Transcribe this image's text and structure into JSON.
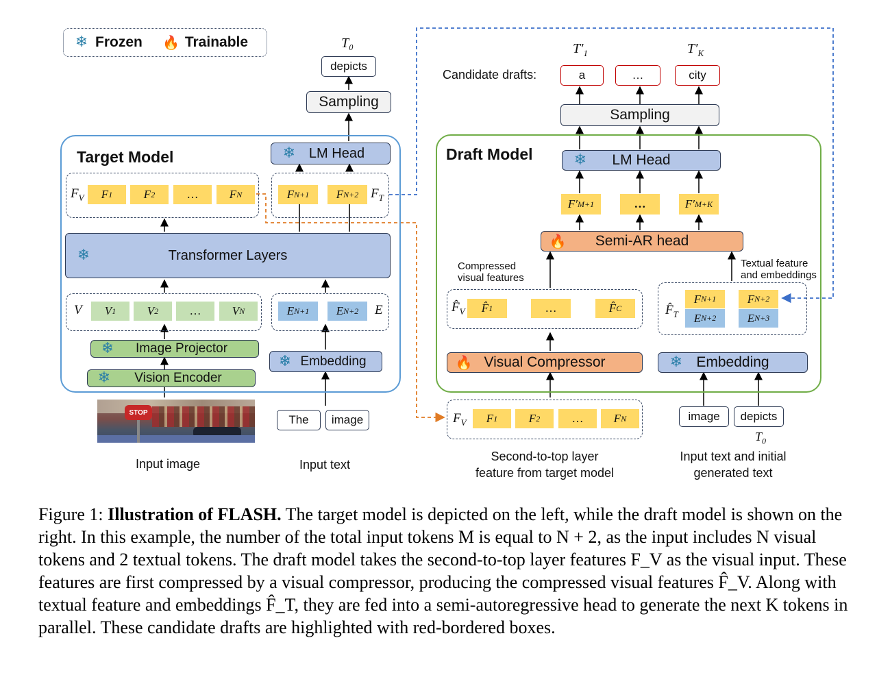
{
  "legend": {
    "frozen": "Frozen",
    "trainable": "Trainable"
  },
  "target_model": {
    "title": "Target Model",
    "lm_head": "LM Head",
    "sampling": "Sampling",
    "output_token": "depicts",
    "output_label": "T₀",
    "transformer": "Transformer Layers",
    "image_projector": "Image Projector",
    "vision_encoder": "Vision Encoder",
    "embedding": "Embedding",
    "feat_v_label": "F_V",
    "feat_v": [
      "F₁",
      "F₂",
      "…",
      "F_N"
    ],
    "feat_t": [
      "F_{N+1}",
      "F_{N+2}"
    ],
    "feat_t_label": "F_T",
    "vis_label": "V",
    "vis": [
      "V₁",
      "V₂",
      "…",
      "V_N"
    ],
    "emb": [
      "E_{N+1}",
      "E_{N+2}"
    ],
    "emb_label": "E",
    "input_tokens": [
      "The",
      "image"
    ],
    "input_image_label": "Input image",
    "input_text_label": "Input text",
    "stop_sign": "STOP"
  },
  "draft_model": {
    "title": "Draft Model",
    "candidate_label": "Candidate drafts:",
    "candidates": [
      "a",
      "…",
      "city"
    ],
    "cand_t1": "T′₁",
    "cand_tk": "T′_K",
    "sampling": "Sampling",
    "lm_head": "LM Head",
    "feat_prime": [
      "F′_{M+1}",
      "…",
      "F′_{M+K}"
    ],
    "semi_ar": "Semi-AR head",
    "compressed_label_1": "Compressed",
    "compressed_label_2": "visual features",
    "textual_label_1": "Textual feature",
    "textual_label_2": "and embeddings",
    "fhat_v_label": "F̂_V",
    "fhat_v": [
      "F̂₁",
      "…",
      "F̂_C"
    ],
    "fhat_t_label": "F̂_T",
    "fhat_t_top": [
      "F_{N+1}",
      "F_{N+2}"
    ],
    "fhat_t_bot": [
      "E_{N+2}",
      "E_{N+3}"
    ],
    "visual_compressor": "Visual Compressor",
    "embedding": "Embedding",
    "second_feat_label": "F_V",
    "second_feat": [
      "F₁",
      "F₂",
      "…",
      "F_N"
    ],
    "second_caption_1": "Second-to-top layer",
    "second_caption_2": "feature from target model",
    "input_tokens": [
      "image",
      "depicts"
    ],
    "input_t0": "T₀",
    "input_caption_1": "Input text and initial",
    "input_caption_2": "generated text"
  },
  "caption": {
    "fig": "Figure 1:",
    "bold": "Illustration of FLASH.",
    "text": "The target model is depicted on the left, while the draft model is shown on the right. In this example, the number of the total input tokens M is equal to N + 2, as the input includes N visual tokens and 2 textual tokens. The draft model takes the second-to-top layer features F_V as the visual input. These features are first compressed by a visual compressor, producing the compressed visual features F̂_V. Along with textual feature and embeddings F̂_T, they are fed into a semi-autoregressive head to generate the next K tokens in parallel. These candidate drafts are highlighted with red-bordered boxes."
  },
  "colors": {
    "target_border": "#5b9bd5",
    "draft_border": "#70ad47",
    "arrow_orange": "#e07b24",
    "arrow_blue": "#3b6fc9",
    "frozen_icon": "#2a7fa8",
    "trainable_icon": "#e8591a"
  },
  "icons": [
    "snowflake-icon",
    "flame-icon"
  ]
}
